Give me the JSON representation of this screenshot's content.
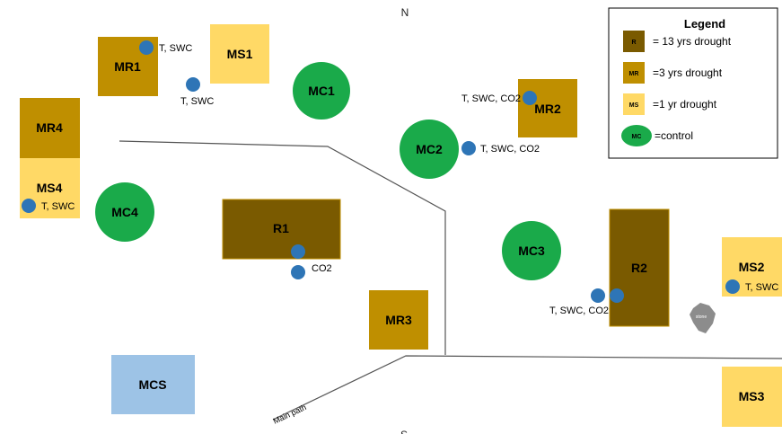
{
  "compass": {
    "north": "N",
    "south": "S"
  },
  "path_label": "Main path",
  "stone_label": "stone",
  "colors": {
    "R": "#7a5a00",
    "MR": "#bf8f00",
    "MS": "#ffd966",
    "control": "#1aaa4a",
    "MCS": "#9dc3e6",
    "sensor": "#2e75b6",
    "border": "#a0a0a0"
  },
  "plots": {
    "MR1": "MR1",
    "MS1": "MS1",
    "MC1": "MC1",
    "MR2": "MR2",
    "MC2": "MC2",
    "MR4": "MR4",
    "MS4": "MS4",
    "MC4": "MC4",
    "R1": "R1",
    "MC3": "MC3",
    "R2": "R2",
    "MS2": "MS2",
    "MR3": "MR3",
    "MCS": "MCS",
    "MS3": "MS3"
  },
  "sensors": {
    "mr1": "T, SWC",
    "ms1": "T, SWC",
    "mr2": "T, SWC, CO2",
    "mc2": "T, SWC, CO2",
    "ms4": "T, SWC",
    "r1": "CO2",
    "r2": "T, SWC, CO2",
    "ms2": "T, SWC"
  },
  "legend": {
    "title": "Legend",
    "items": [
      {
        "swatch": "R",
        "text": "= 13 yrs drought",
        "icon": "dark-square"
      },
      {
        "swatch": "MR",
        "text": "=3 yrs drought",
        "icon": "medium-square"
      },
      {
        "swatch": "MS",
        "text": "=1 yr drought",
        "icon": "light-square"
      },
      {
        "swatch": "MC",
        "text": "=control",
        "icon": "green-ellipse"
      }
    ]
  }
}
